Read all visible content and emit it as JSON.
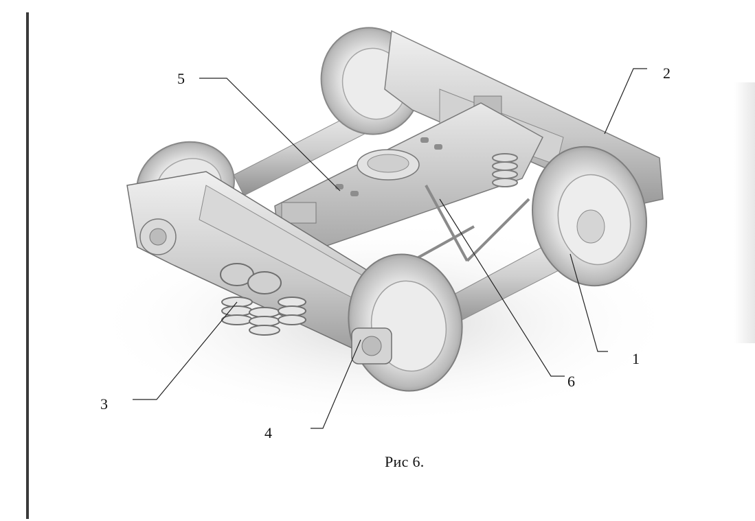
{
  "callouts": {
    "c1": "1",
    "c2": "2",
    "c3": "3",
    "c4": "4",
    "c5": "5",
    "c6": "6"
  },
  "caption": "Рис 6."
}
